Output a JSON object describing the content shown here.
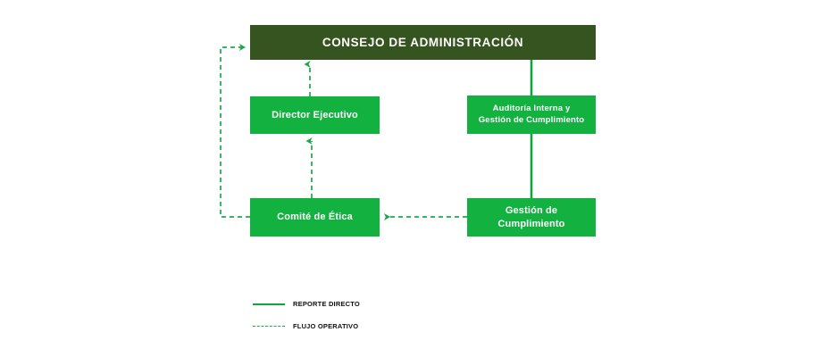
{
  "diagram": {
    "title": "CONSEJO DE ADMINISTRACIÓN",
    "colors": {
      "header_box": "#36541f",
      "node_box": "#12b140",
      "solid_line": "#0da53c",
      "dashed_line": "#1aa94a",
      "background": "#ffffff",
      "node_text": "#ffffff",
      "legend_text": "#111111"
    },
    "nodes": [
      {
        "id": "consejo",
        "label": "CONSEJO DE ADMINISTRACIÓN",
        "style": "header"
      },
      {
        "id": "director",
        "label": "Director Ejecutivo",
        "style": "green"
      },
      {
        "id": "auditoria",
        "line1": "Auditoría Interna y",
        "line2": "Gestión de Cumplimiento",
        "style": "green"
      },
      {
        "id": "comite",
        "label": "Comité de Ética",
        "style": "green"
      },
      {
        "id": "gestion",
        "label": "Gestión de Cumplimiento",
        "style": "green"
      }
    ],
    "connectors": [
      {
        "from": "consejo",
        "to": "auditoria",
        "type": "solid",
        "arrow": false
      },
      {
        "from": "auditoria",
        "to": "gestion",
        "type": "solid",
        "arrow": false
      },
      {
        "from": "director",
        "to": "consejo",
        "type": "dashed",
        "arrow": true
      },
      {
        "from": "comite",
        "to": "director",
        "type": "dashed",
        "arrow": true
      },
      {
        "from": "gestion",
        "to": "comite",
        "type": "dashed",
        "arrow": true
      },
      {
        "from": "comite",
        "to": "consejo",
        "type": "dashed",
        "arrow": true
      }
    ],
    "legend": {
      "items": [
        {
          "label": "REPORTE DIRECTO",
          "type": "solid"
        },
        {
          "label": "FLUJO OPERATIVO",
          "type": "dashed"
        }
      ]
    }
  }
}
